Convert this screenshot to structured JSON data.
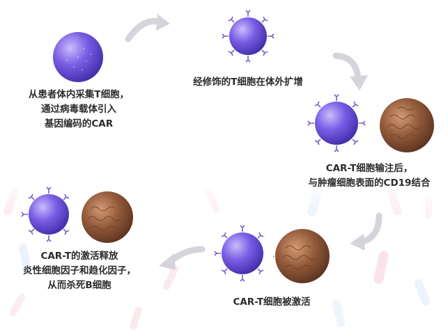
{
  "steps": [
    {
      "id": "collect",
      "lines": [
        "从患者体内采集T细胞，",
        "通过病毒载体引入",
        "基因编码的CAR"
      ]
    },
    {
      "id": "expand",
      "lines": [
        "经修饰的T细胞在体外扩增"
      ]
    },
    {
      "id": "bind",
      "lines": [
        "CAR-T细胞输注后，",
        "与肿瘤细胞表面的CD19结合"
      ]
    },
    {
      "id": "activate",
      "lines": [
        "CAR-T细胞被激活"
      ]
    },
    {
      "id": "release",
      "lines": [
        "CAR-T的激活释放",
        "炎性细胞因子和趋化因子，",
        "从而杀死B细胞"
      ]
    }
  ],
  "colors": {
    "t_cell": "#6a4fd8",
    "t_cell_light": "#b7a6f5",
    "receptor": "#7a5cc7",
    "tumor": "#8a5538",
    "tumor_light": "#c7916c",
    "arrow": "#d6d4da",
    "text": "#2c2c2c"
  },
  "icons": [
    "t-cell",
    "car-t-cell",
    "tumor-cell",
    "curved-arrow"
  ]
}
